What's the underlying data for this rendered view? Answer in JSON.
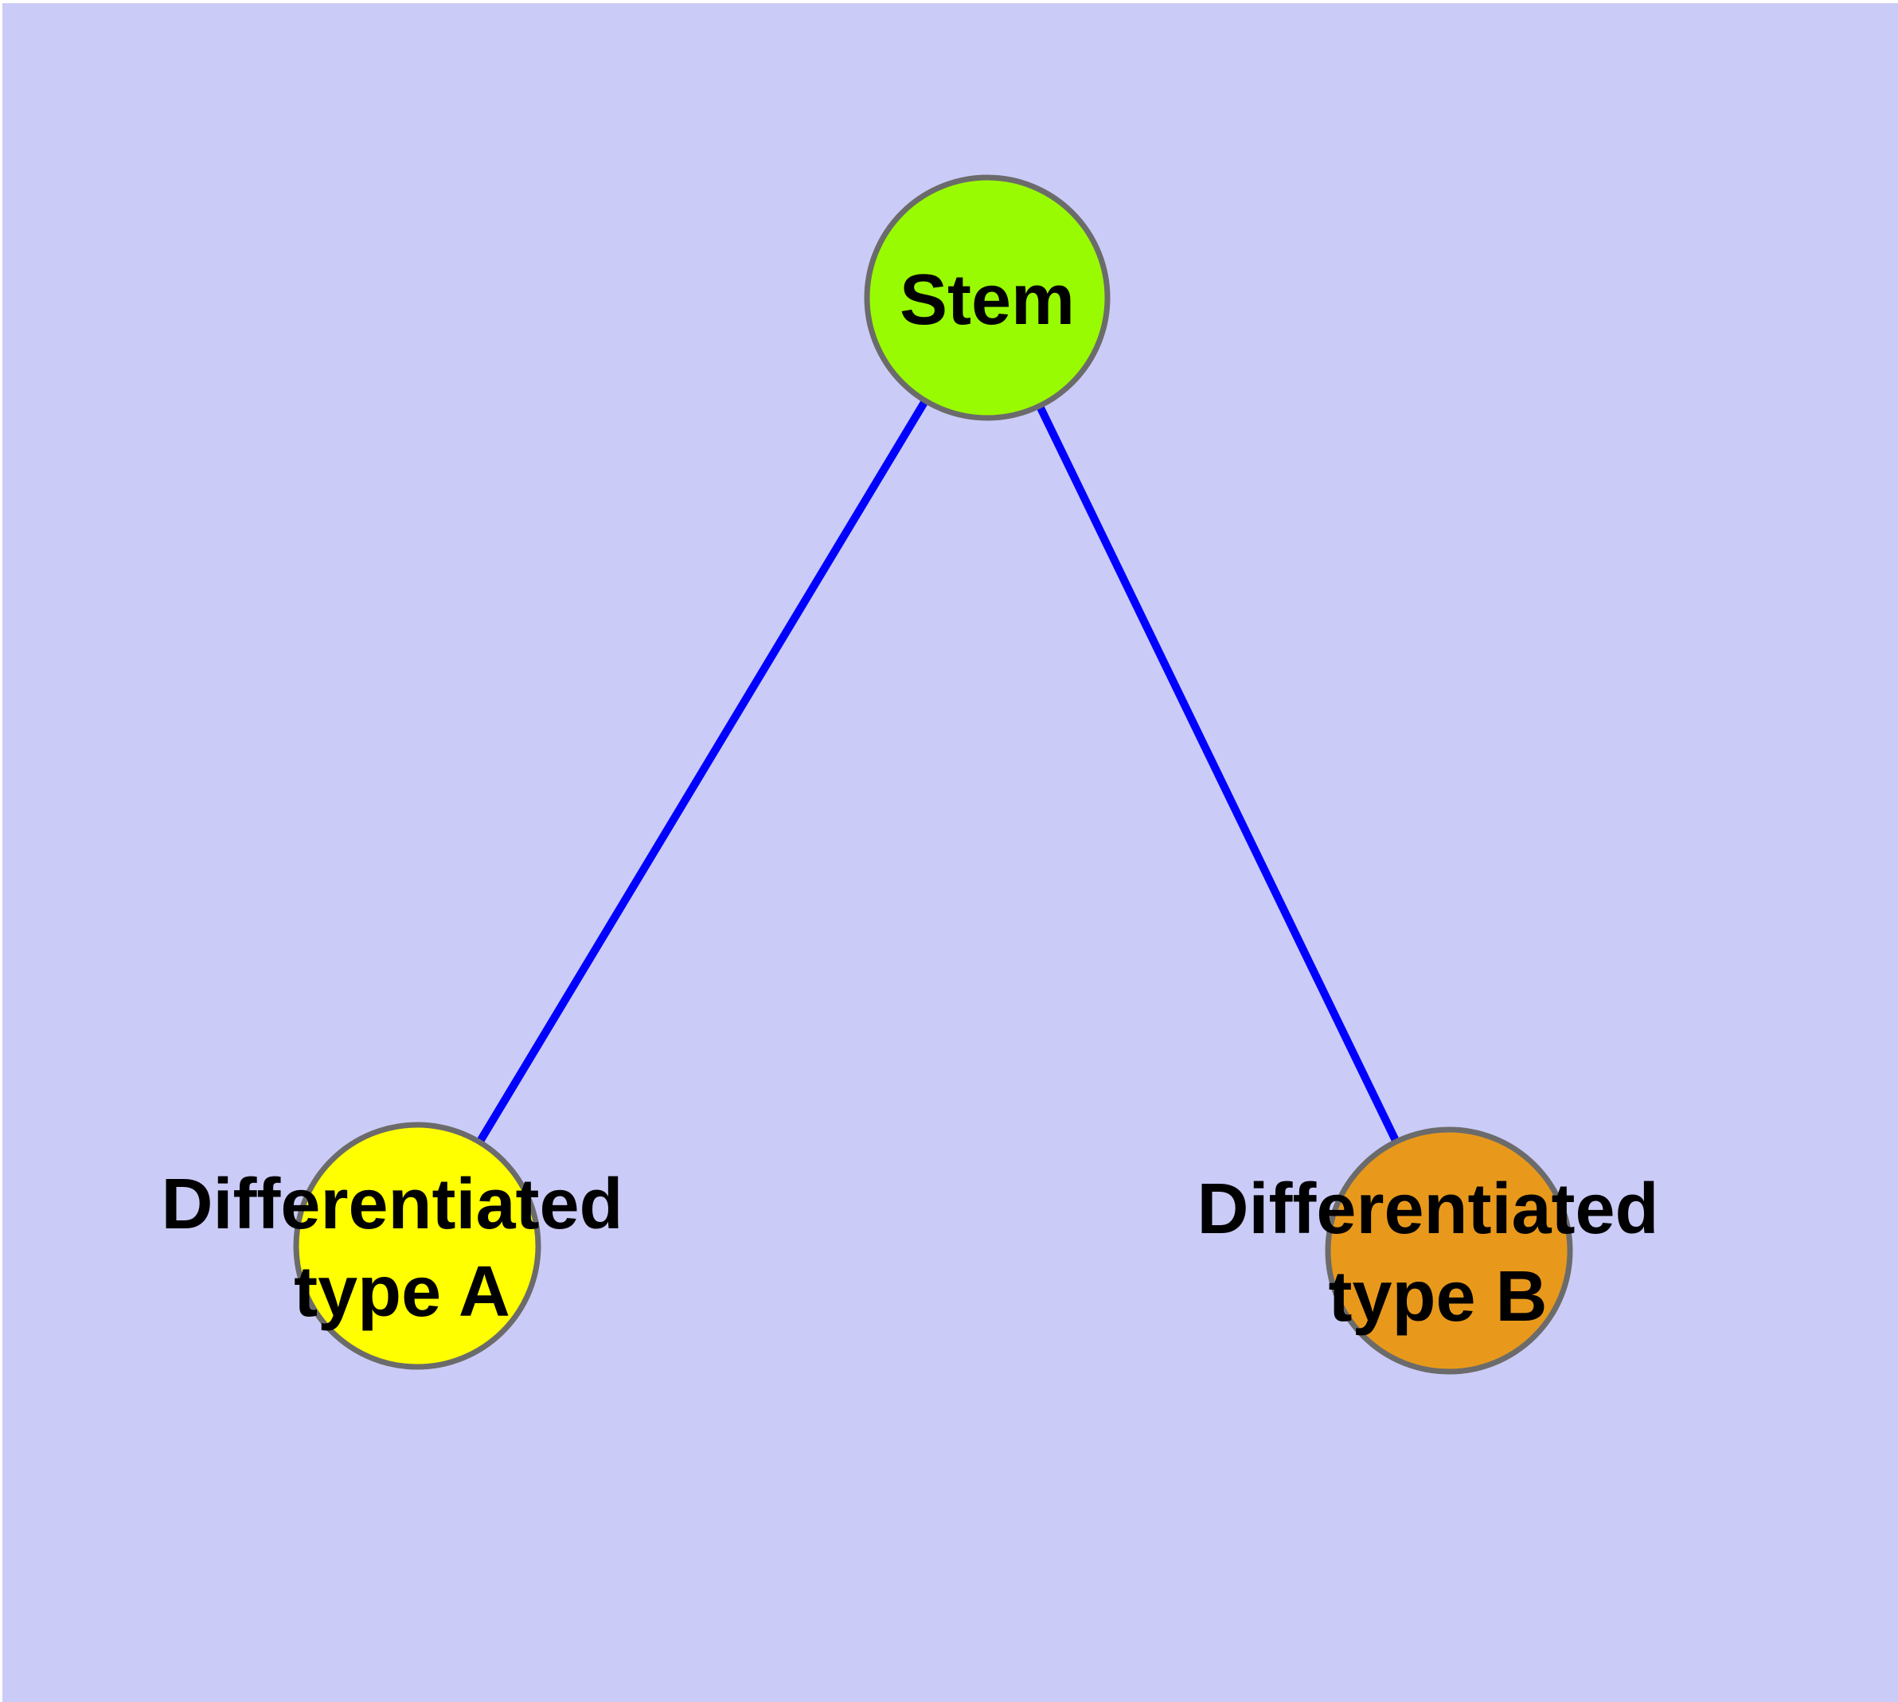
{
  "canvas": {
    "background": "#CBCBF7",
    "margin_color": "#FFFFFF"
  },
  "graph": {
    "type": "node-link-diagram",
    "edge_color": "#0000FF",
    "node_border_color": "#6B6B6B",
    "label_color": "#000000",
    "nodes": [
      {
        "id": "stem",
        "label": "Stem",
        "label_lines": [
          "Stem"
        ],
        "color": "#99FB01"
      },
      {
        "id": "type-a",
        "label": "Differentiated type A",
        "label_lines": [
          "Differentiated",
          "type A"
        ],
        "color": "#FFFF00"
      },
      {
        "id": "type-b",
        "label": "Differentiated type B",
        "label_lines": [
          "Differentiated",
          "type B"
        ],
        "color": "#E8991B"
      }
    ],
    "edges": [
      {
        "source": "Stem",
        "target": "Differentiated type A"
      },
      {
        "source": "Stem",
        "target": "Differentiated type B"
      }
    ]
  }
}
